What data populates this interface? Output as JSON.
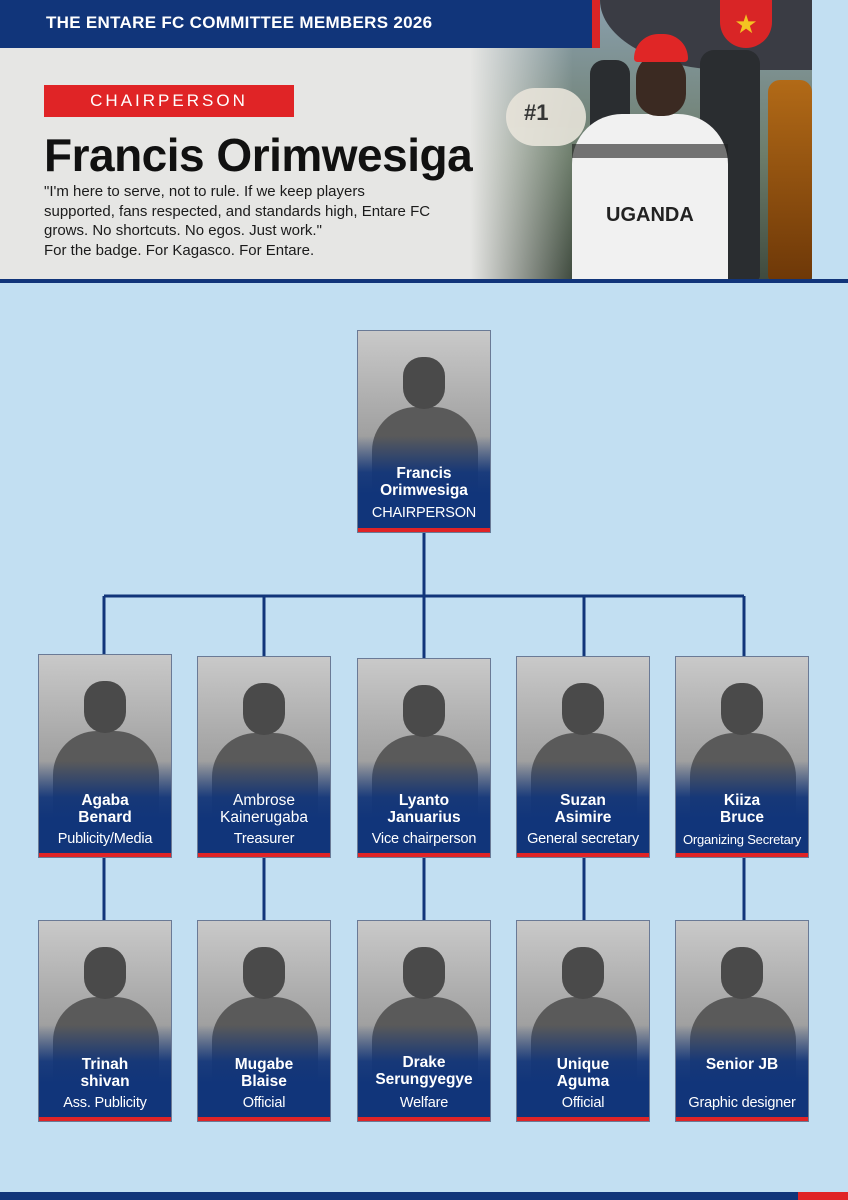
{
  "header": {
    "title": "THE ENTARE FC COMMITTEE MEMBERS 2026",
    "role": "CHAIRPERSON",
    "name": "Francis Orimwesiga",
    "quote_lines": [
      "\"I'm  here to serve, not to rule. If we keep players",
      "supported, fans respected, and standards high, Entare FC",
      "grows. No shortcuts. No egos. Just work.\"",
      "For the badge. For Kagasco. For Entare."
    ],
    "photo_shirt_text": "UGANDA",
    "photo_board_text": "#1"
  },
  "chair": {
    "name_lines": [
      "Francis",
      "Orimwesiga"
    ],
    "role": "CHAIRPERSON"
  },
  "row1": [
    {
      "name_lines": [
        "Agaba",
        "Benard"
      ],
      "role": "Publicity/Media"
    },
    {
      "name_lines": [
        "Ambrose",
        "Kainerugaba"
      ],
      "role": "Treasurer"
    },
    {
      "name_lines": [
        "Lyanto",
        "Januarius"
      ],
      "role": "Vice chairperson"
    },
    {
      "name_lines": [
        "Suzan",
        "Asimire"
      ],
      "role": "General secretary"
    },
    {
      "name_lines": [
        "Kiiza",
        "Bruce"
      ],
      "role": "Organizing Secretary"
    }
  ],
  "row2": [
    {
      "name_lines": [
        "Trinah",
        "shivan"
      ],
      "role": "Ass. Publicity"
    },
    {
      "name_lines": [
        "Mugabe",
        "Blaise"
      ],
      "role": "Official"
    },
    {
      "name_lines": [
        "Drake",
        "Serungyegye"
      ],
      "role": "Welfare"
    },
    {
      "name_lines": [
        "Unique",
        "Aguma"
      ],
      "role": "Official"
    },
    {
      "name_lines": [
        "Senior JB",
        ""
      ],
      "role": "Graphic designer"
    }
  ],
  "colors": {
    "navy": "#11357a",
    "red": "#e02426",
    "sky": "#c2dff2"
  }
}
